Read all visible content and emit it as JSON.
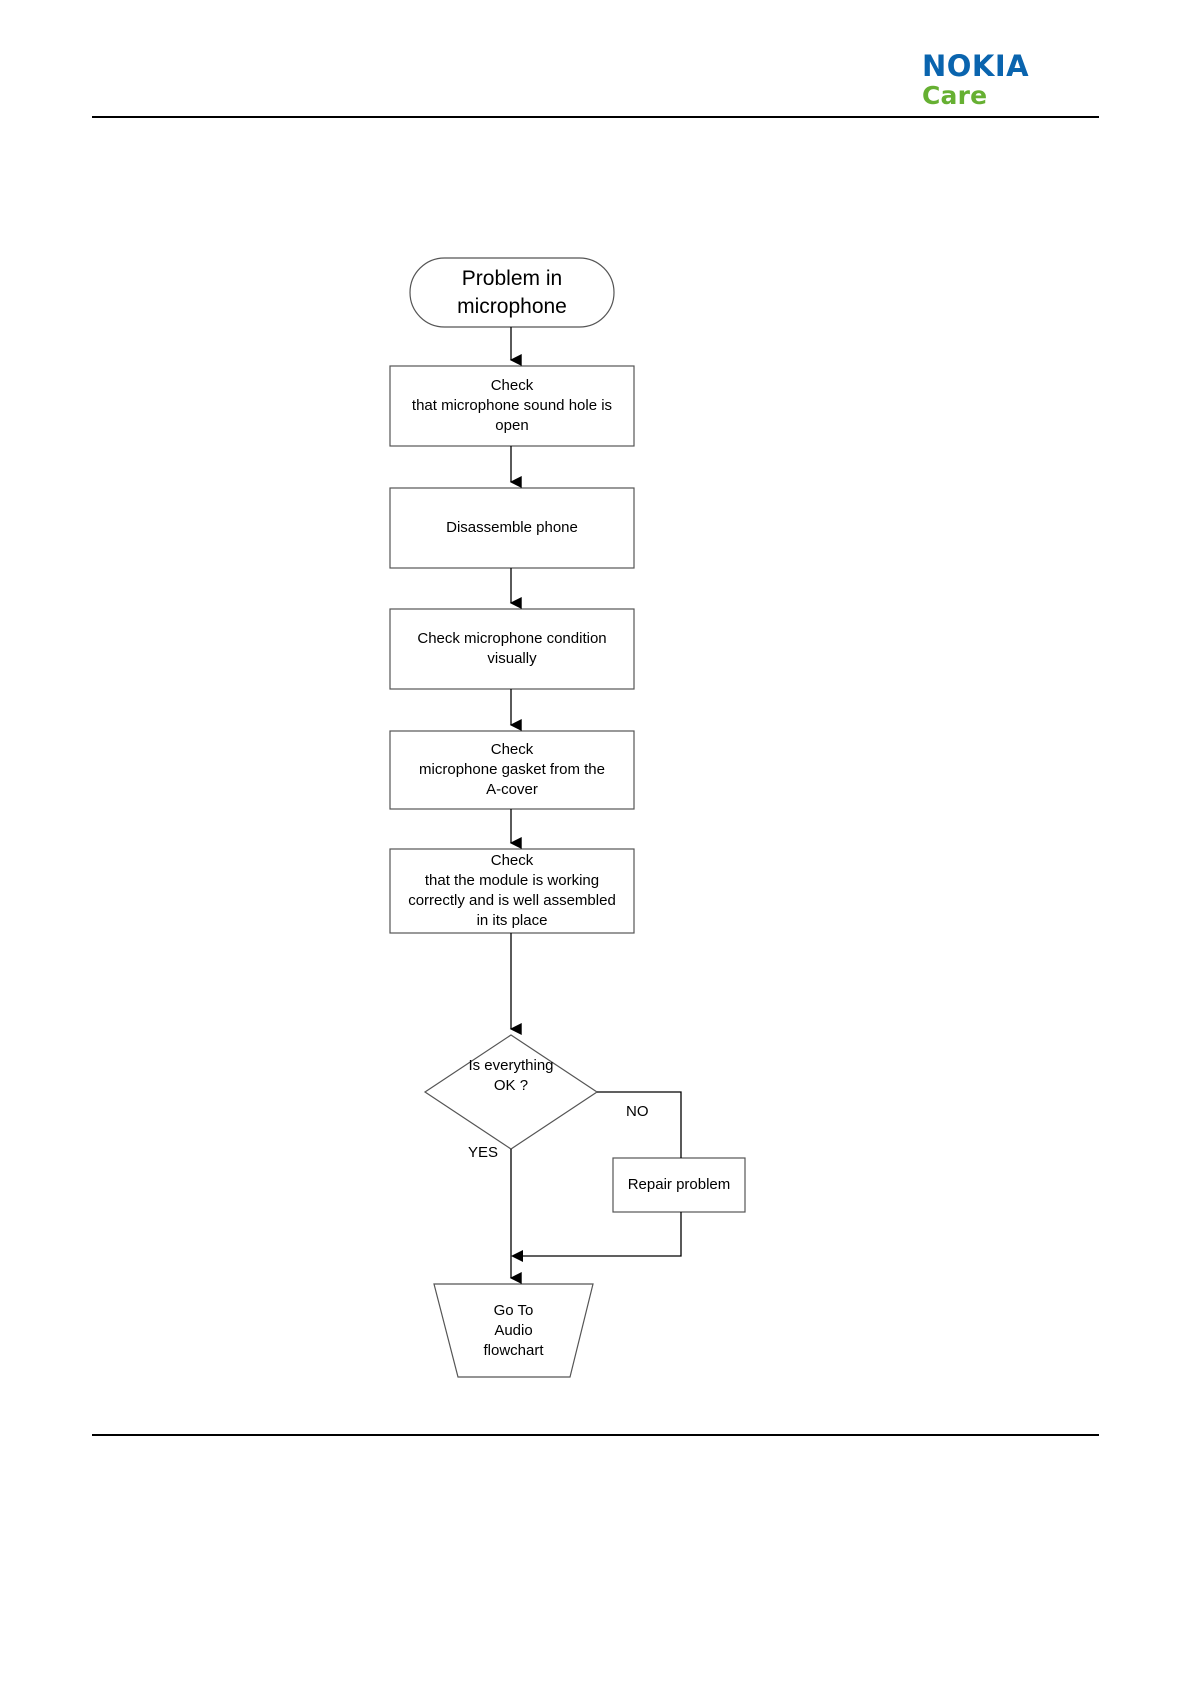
{
  "header": {
    "brand_primary": "NOKIA",
    "brand_secondary": "Care",
    "brand_primary_color": "#0a64ae",
    "brand_secondary_color": "#66b032"
  },
  "chart_data": {
    "type": "diagram",
    "title": "Problem in microphone troubleshooting flowchart",
    "nodes": [
      {
        "id": "start",
        "shape": "stadium",
        "label": "Problem in\nmicrophone"
      },
      {
        "id": "n1",
        "shape": "rectangle",
        "label": "Check\nthat microphone sound hole is\nopen"
      },
      {
        "id": "n2",
        "shape": "rectangle",
        "label": "Disassemble phone"
      },
      {
        "id": "n3",
        "shape": "rectangle",
        "label": "Check microphone condition\nvisually"
      },
      {
        "id": "n4",
        "shape": "rectangle",
        "label": "Check\nmicrophone gasket from the\nA-cover"
      },
      {
        "id": "n5",
        "shape": "rectangle",
        "label": "Check\nthat the module is working\ncorrectly and is well assembled\nin its place"
      },
      {
        "id": "dec",
        "shape": "diamond",
        "label": "Is everything\nOK ?"
      },
      {
        "id": "repair",
        "shape": "rectangle",
        "label": "Repair problem"
      },
      {
        "id": "goto",
        "shape": "trapezoid",
        "label": "Go To\nAudio\nflowchart"
      }
    ],
    "edges": [
      {
        "from": "start",
        "to": "n1",
        "label": ""
      },
      {
        "from": "n1",
        "to": "n2",
        "label": ""
      },
      {
        "from": "n2",
        "to": "n3",
        "label": ""
      },
      {
        "from": "n3",
        "to": "n4",
        "label": ""
      },
      {
        "from": "n4",
        "to": "n5",
        "label": ""
      },
      {
        "from": "n5",
        "to": "dec",
        "label": ""
      },
      {
        "from": "dec",
        "to": "repair",
        "label": "NO"
      },
      {
        "from": "dec",
        "to": "goto",
        "label": "YES"
      },
      {
        "from": "repair",
        "to": "goto",
        "label": ""
      }
    ],
    "edge_labels": {
      "no": "NO",
      "yes": "YES"
    },
    "stroke_color": "#555555",
    "arrow_color": "#000000",
    "background": "#ffffff"
  }
}
